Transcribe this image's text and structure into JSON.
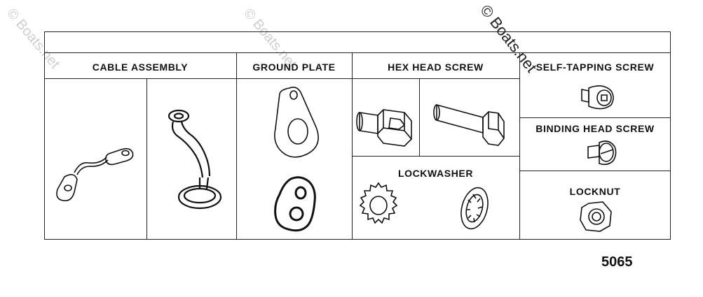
{
  "watermarks": {
    "faint_1": "© Boats.net",
    "faint_2": "© Boats.net",
    "strong": "© Boats.net"
  },
  "headers": {
    "cable_assembly": "CABLE ASSEMBLY",
    "ground_plate": "GROUND PLATE",
    "hex_head_screw": "HEX HEAD SCREW",
    "self_tapping_screw": "SELF-TAPPING SCREW",
    "binding_head_screw": "BINDING HEAD SCREW",
    "lockwasher": "LOCKWASHER",
    "locknut": "LOCKNUT"
  },
  "diagram_number": "5065"
}
